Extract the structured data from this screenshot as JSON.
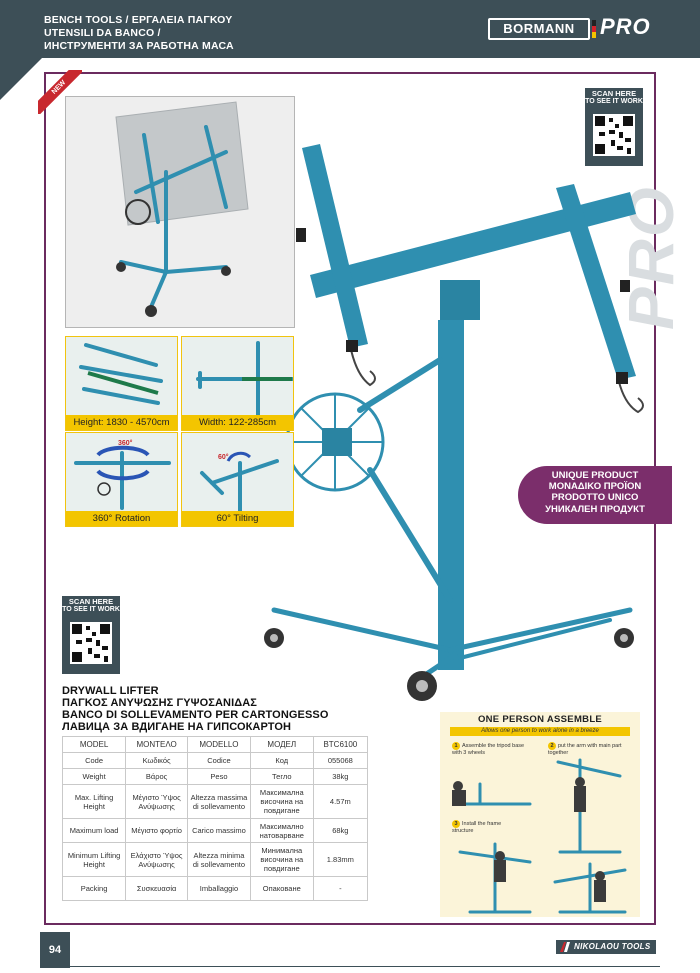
{
  "header": {
    "category_lines": [
      "BENCH TOOLS / ΕΡΓΑΛΕΙΑ ΠΑΓΚΟΥ",
      "UTENSILI DA BANCO /",
      "ИНСТРУМЕНТИ ЗА РАБОТНА МАСА"
    ],
    "brand": "BORMANN",
    "brand_suffix": "PRO"
  },
  "badges": {
    "new": "NEW",
    "watermark": "PRO"
  },
  "features": [
    {
      "label": "Height: 1830 - 4570cm",
      "icon": "height-adjust-icon"
    },
    {
      "label": "Width: 122-285cm",
      "icon": "width-adjust-icon"
    },
    {
      "label": "360° Rotation",
      "icon": "rotation-icon",
      "marker": "360°"
    },
    {
      "label": "60° Tilting",
      "icon": "tilt-icon",
      "marker": "60°"
    }
  ],
  "qr": {
    "line1": "SCAN HERE",
    "line2": "TO SEE IT WORK"
  },
  "unique": [
    "UNIQUE PRODUCT",
    "ΜΟΝΑΔΙΚΟ ΠΡΟΪΟΝ",
    "PRODOTTO UNICO",
    "УНИКАЛЕН ПРОДУКТ"
  ],
  "product_titles": [
    "DRYWALL LIFTER",
    "ΠΑΓΚΟΣ ΑΝΥΨΩΣΗΣ ΓΥΨΟΣΑΝΙΔΑΣ",
    "BANCO DI SOLLEVAMENTO PER CARTONGESSO",
    "ЛАВИЦА ЗА ВДИГАНЕ НА ГИПСОКАРТОН"
  ],
  "table": {
    "headers": [
      "MODEL",
      "ΜΟΝΤΕΛΟ",
      "MODELLO",
      "МОДЕЛ",
      "BTC6100"
    ],
    "rows": [
      [
        "Code",
        "Κωδικός",
        "Codice",
        "Код",
        "055068"
      ],
      [
        "Weight",
        "Βάρος",
        "Peso",
        "Тегло",
        "38kg"
      ],
      [
        "Max. Lifting Height",
        "Μέγιστο Ύψος Ανύψωσης",
        "Altezza massima di sollevamento",
        "Максимална височина на повдигане",
        "4.57m"
      ],
      [
        "Maximum load",
        "Μέγιστο φορτίο",
        "Carico massimo",
        "Максимално натоварване",
        "68kg"
      ],
      [
        "Minimum Lifting Height",
        "Ελάχιστο Ύψος Ανύψωσης",
        "Altezza minima di sollevamento",
        "Минимална височина на повдигане",
        "1.83mm"
      ],
      [
        "Packing",
        "Συσκευασία",
        "Imballaggio",
        "Опаковане",
        "-"
      ]
    ]
  },
  "assembly": {
    "title": "ONE PERSON ASSEMBLE",
    "subtitle": "Allows one person to work alone in a breeze",
    "steps": [
      {
        "num": "1",
        "text": "Assemble the tripod base with 3 wheels"
      },
      {
        "num": "2",
        "text": "put the arm with main part together"
      },
      {
        "num": "3",
        "text": "Install the frame structure"
      }
    ]
  },
  "footer": {
    "page_number": "94",
    "company": "NIKOLAOU TOOLS"
  },
  "colors": {
    "header_bg": "#3d4f57",
    "frame": "#6b2b5f",
    "lifter_blue": "#2f8fb0",
    "caption_yellow": "#f3c500",
    "unique_badge": "#7b2e6b",
    "new_ribbon": "#c8282e"
  }
}
